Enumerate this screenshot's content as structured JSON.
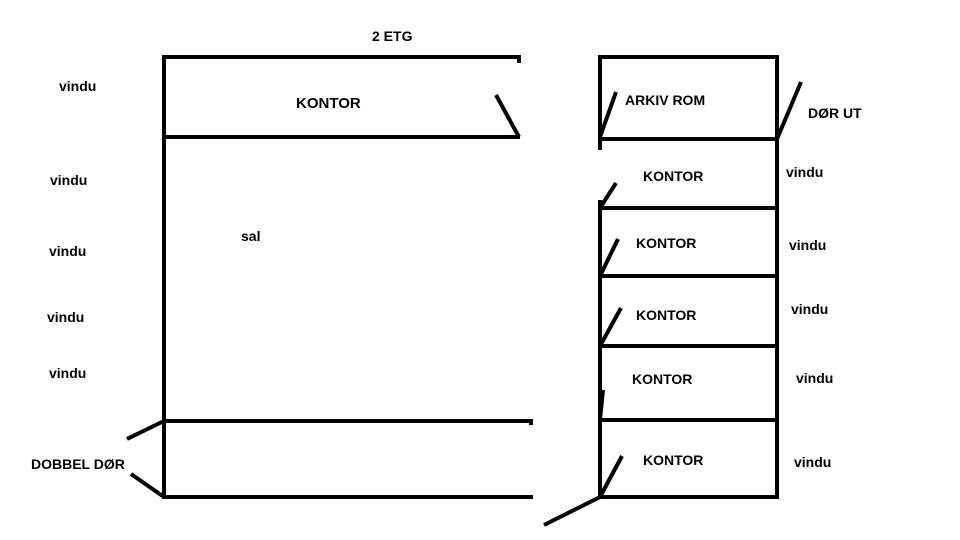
{
  "title": "2 ETG",
  "rooms": {
    "top_office": "KONTOR",
    "archive": "ARKIV ROM",
    "hall": "sal",
    "office_2": "KONTOR",
    "office_3": "KONTOR",
    "office_4": "KONTOR",
    "office_5": "KONTOR",
    "office_6": "KONTOR"
  },
  "exterior": {
    "door_out": "DØR UT",
    "double_door": "DOBBEL DØR",
    "window_label": "vindu"
  },
  "colors": {
    "line": "#000000",
    "background": "#ffffff"
  }
}
